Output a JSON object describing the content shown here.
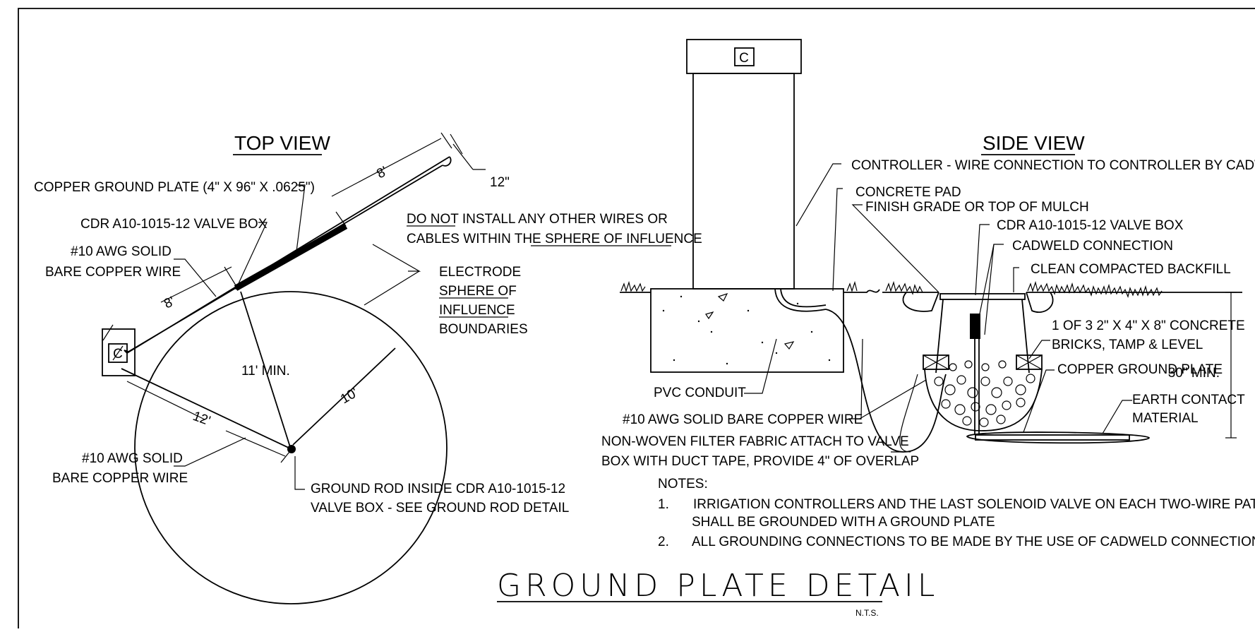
{
  "drawing": {
    "title": "GROUND PLATE DETAIL",
    "scale_note": "N.T.S."
  },
  "top_view": {
    "title": "TOP VIEW",
    "labels": {
      "copper_plate": "COPPER GROUND PLATE (4\" X 96\" X .0625\")",
      "valve_box": "CDR A10-1015-12 VALVE BOX",
      "awg_wire_1_line1": "#10 AWG  SOLID",
      "awg_wire_1_line2": "BARE COPPER WIRE",
      "do_not_1_u": "DO NOT",
      "do_not_1_rest": " INSTALL ANY OTHER WIRES OR",
      "do_not_2_a": "CABLES WITHIN THE ",
      "do_not_2_u": "SPHERE OF INFLUENCE",
      "electrode_1": "ELECTRODE",
      "electrode_2": "SPHERE OF",
      "electrode_3": "INFLUENCE",
      "electrode_4": "BOUNDARIES",
      "awg_wire_2_line1": "#10 AWG SOLID",
      "awg_wire_2_line2": "BARE COPPER WIRE",
      "ground_rod_1": "GROUND ROD INSIDE CDR A10-1015-12",
      "ground_rod_2": "VALVE BOX - SEE GROUND ROD DETAIL",
      "controller_symbol": "C"
    },
    "dimensions": {
      "plate_length": "8'",
      "plate_width": "12\"",
      "wire_offset": "8'",
      "min_distance": "11' MIN.",
      "rod_distance": "12'",
      "sphere_radius": "10'"
    }
  },
  "side_view": {
    "title": "SIDE VIEW",
    "labels": {
      "controller": "CONTROLLER - WIRE CONNECTION TO CONTROLLER  BY CADWELD",
      "concrete_pad": "CONCRETE PAD",
      "finish_grade": "FINISH GRADE OR TOP OF MULCH",
      "valve_box": "CDR A10-1015-12 VALVE BOX",
      "cadweld": "CADWELD CONNECTION",
      "backfill": "CLEAN COMPACTED BACKFILL",
      "bricks_1": "1 OF 3 2\" X 4\" X 8\" CONCRETE",
      "bricks_2": "BRICKS, TAMP & LEVEL",
      "copper_plate": "COPPER GROUND PLATE",
      "depth": "30\" MIN.",
      "earth_1": "EARTH CONTACT",
      "earth_2": "MATERIAL",
      "pvc_conduit": "PVC CONDUIT",
      "awg_wire": "#10 AWG SOLID BARE COPPER WIRE",
      "filter_1": "NON-WOVEN FILTER FABRIC  ATTACH TO VALVE",
      "filter_2": "BOX WITH DUCT TAPE, PROVIDE 4\" OF OVERLAP",
      "controller_symbol": "C"
    }
  },
  "notes": {
    "heading": "NOTES:",
    "items": [
      {
        "num": "1.",
        "line1": "IRRIGATION CONTROLLERS AND THE LAST SOLENOID VALVE ON EACH TWO-WIRE PATH",
        "line2": "SHALL BE GROUNDED WITH A GROUND PLATE"
      },
      {
        "num": "2.",
        "line1": "ALL GROUNDING CONNECTIONS TO BE MADE BY THE USE OF CADWELD CONNECTIONS",
        "line2": ""
      }
    ]
  }
}
